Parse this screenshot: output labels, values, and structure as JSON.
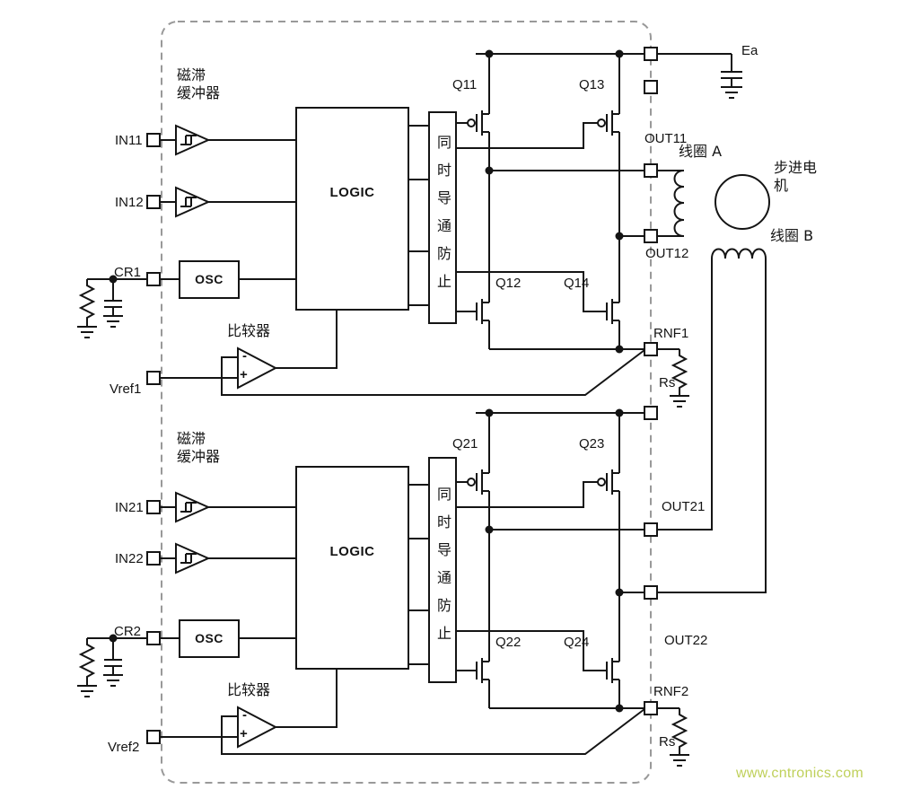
{
  "channel1": {
    "hysteresis_buffer": "磁滞\n缓冲器",
    "in_a": "IN11",
    "in_b": "IN12",
    "cr": "CR1",
    "osc": "OSC",
    "logic": "LOGIC",
    "interlock": "同时导通防止",
    "comparator": "比较器",
    "plus": "+",
    "minus": "-",
    "vref": "Vref1",
    "q_top_left": "Q11",
    "q_top_right": "Q13",
    "q_bottom_left": "Q12",
    "q_bottom_right": "Q14",
    "out_a": "OUT11",
    "out_b": "OUT12",
    "rnf": "RNF1",
    "rs": "Rs"
  },
  "channel2": {
    "hysteresis_buffer": "磁滞\n缓冲器",
    "in_a": "IN21",
    "in_b": "IN22",
    "cr": "CR2",
    "osc": "OSC",
    "logic": "LOGIC",
    "interlock": "同时导通防止",
    "comparator": "比较器",
    "plus": "+",
    "minus": "-",
    "vref": "Vref2",
    "q_top_left": "Q21",
    "q_top_right": "Q23",
    "q_bottom_left": "Q22",
    "q_bottom_right": "Q24",
    "out_a": "OUT21",
    "out_b": "OUT22",
    "rnf": "RNF2",
    "rs": "Rs"
  },
  "motor_section": {
    "supply": "Ea",
    "coil_a": "线圈 A",
    "coil_b": "线圈 B",
    "motor": "步进电\n机"
  },
  "watermark": "www.cntronics.com",
  "colors": {
    "wire": "#141414",
    "border": "#999999",
    "watermark": "#bfd05a"
  }
}
